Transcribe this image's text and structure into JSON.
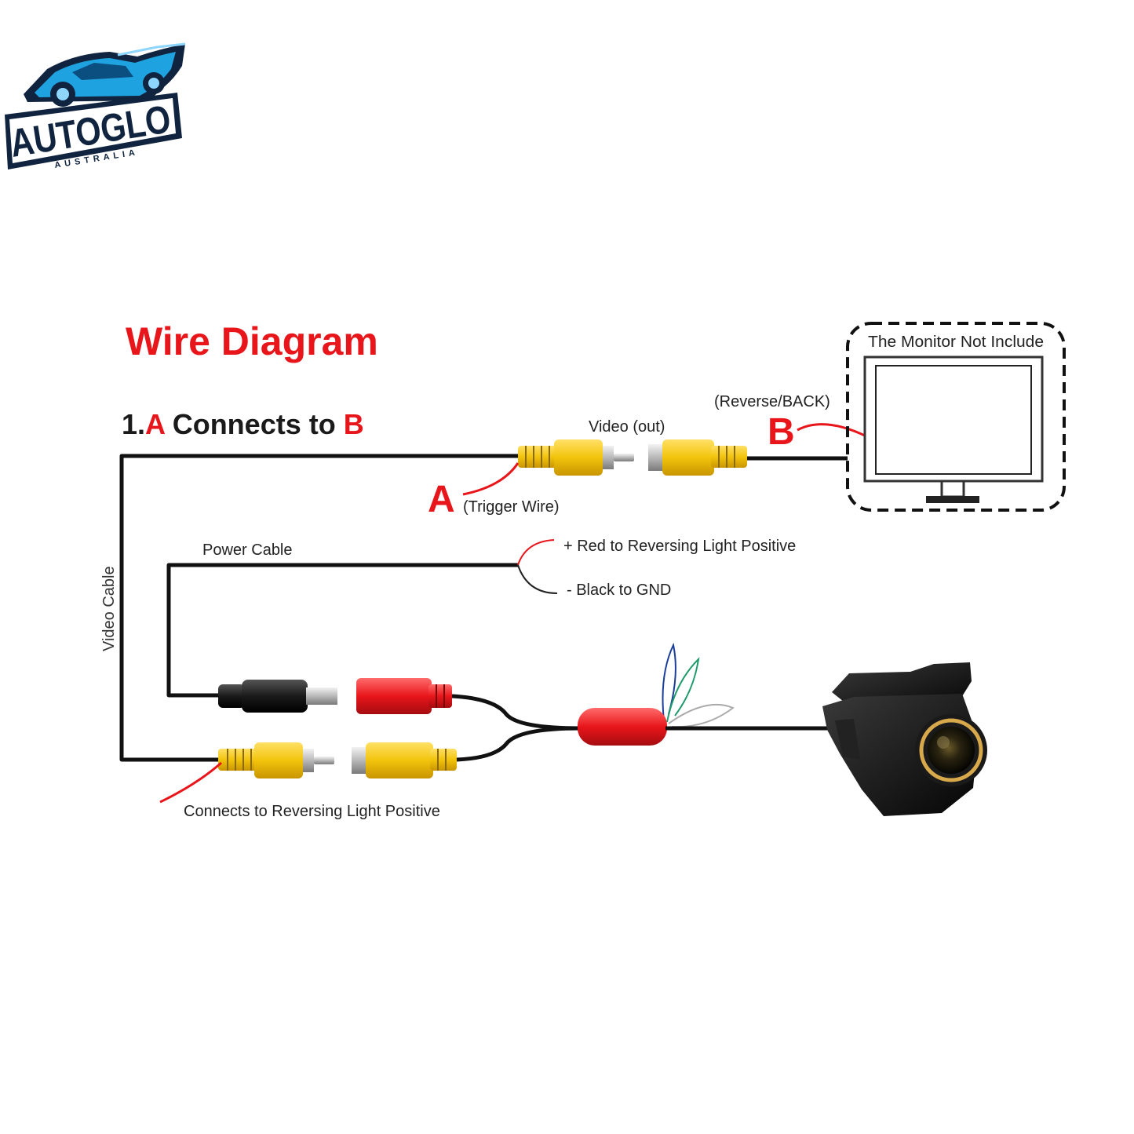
{
  "logo": {
    "brand": "AUTOGLO",
    "country": "AUSTRALIA"
  },
  "title": "Wire Diagram",
  "subtitle": {
    "prefix": "1.",
    "a": "A",
    "middle": " Connects to ",
    "b": "B"
  },
  "labels": {
    "video_out": "Video (out)",
    "reverse_back": "(Reverse/BACK)",
    "b_letter": "B",
    "a_letter": "A",
    "trigger_wire": "(Trigger Wire)",
    "monitor_note": "The Monitor Not Include",
    "power_cable": "Power Cable",
    "red_positive": "+ Red to Reversing Light Positive",
    "black_gnd": "- Black to GND",
    "video_cable": "Video Cable",
    "reversing_positive": "Connects to Reversing Light Positive"
  },
  "colors": {
    "accent_red": "#e8161b",
    "connector_yellow": "#f2c40c",
    "wire_black": "#111111",
    "logo_blue": "#1fa3e0",
    "logo_navy": "#10243f"
  }
}
